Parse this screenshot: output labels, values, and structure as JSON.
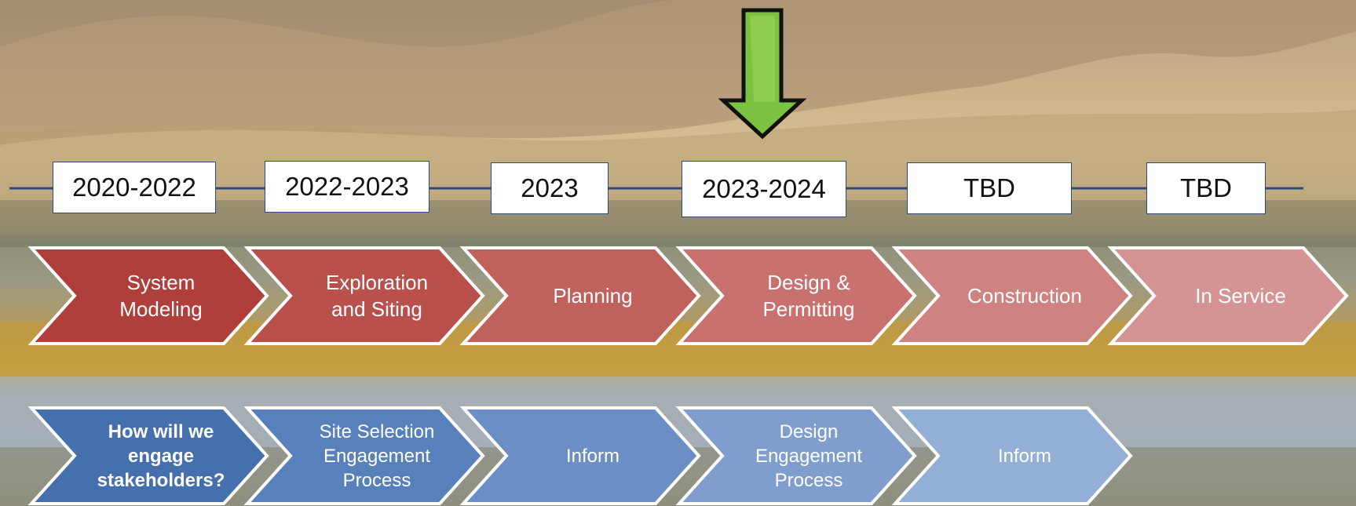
{
  "timeline": {
    "dates": [
      "2020-2022",
      "2022-2023",
      "2023",
      "2023-2024",
      "TBD",
      "TBD"
    ],
    "line_color": "#2e4a7d"
  },
  "phases": [
    {
      "label": "System\nModeling",
      "color": "#b03f3c"
    },
    {
      "label": "Exploration\nand Siting",
      "color": "#b9504c"
    },
    {
      "label": "Planning",
      "color": "#c0615d"
    },
    {
      "label": "Design &\nPermitting",
      "color": "#c8716e"
    },
    {
      "label": "Construction",
      "color": "#ce8381"
    },
    {
      "label": "In Service",
      "color": "#d49493"
    }
  ],
  "engagement": [
    {
      "label": "How will we\nengage\nstakeholders?",
      "bold": true,
      "color": "#4670ad"
    },
    {
      "label": "Site Selection\nEngagement\nProcess",
      "bold": false,
      "color": "#5880ba"
    },
    {
      "label": "Inform",
      "bold": false,
      "color": "#6b8fc4"
    },
    {
      "label": "Design\nEngagement\nProcess",
      "bold": false,
      "color": "#7f9ecd"
    },
    {
      "label": "Inform",
      "bold": false,
      "color": "#93afd6"
    }
  ],
  "current_marker": {
    "icon": "down-arrow-icon",
    "color": "#7cc242",
    "points_to": "2023-2024"
  }
}
